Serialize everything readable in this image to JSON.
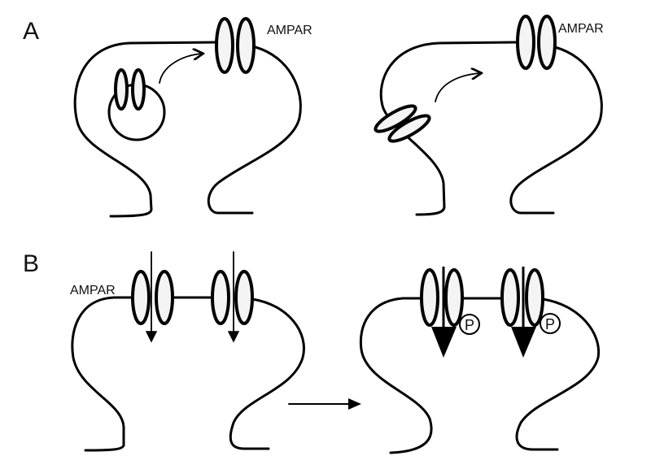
{
  "panels": [
    {
      "label": "A",
      "receptor_label_left": "AMPAR",
      "receptor_label_right": "AMPAR"
    },
    {
      "label": "B",
      "receptor_label": "AMPAR",
      "phospho_left": "P",
      "phospho_right": "P"
    }
  ]
}
